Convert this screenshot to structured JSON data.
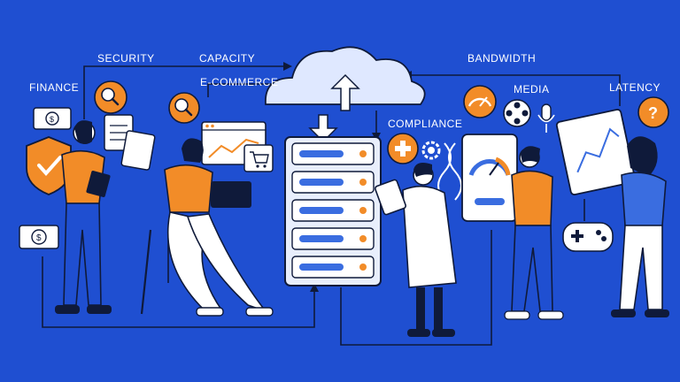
{
  "labels": {
    "finance": "FINANCE",
    "security": "SECURITY",
    "capacity": "CAPACITY",
    "ecommerce": "E-COMMERCE",
    "compliance": "COMPLIANCE",
    "bandwidth": "BANDWIDTH",
    "media": "MEDIA",
    "latency": "LATENCY"
  },
  "icons": {
    "search": "magnifier-icon",
    "question": "question-icon",
    "gauge": "speedometer-icon",
    "plus": "plus-icon",
    "gear": "gear-icon",
    "cart": "shopping-cart-icon",
    "film": "film-reel-icon",
    "mic": "microphone-icon",
    "shield": "shield-check-icon",
    "gamepad": "gamepad-icon"
  },
  "colors": {
    "background": "#1f4fd1",
    "accent": "#f28c28",
    "outline": "#0f1a3a",
    "server": "#e8eefc",
    "server_slot": "#3a6de0"
  }
}
